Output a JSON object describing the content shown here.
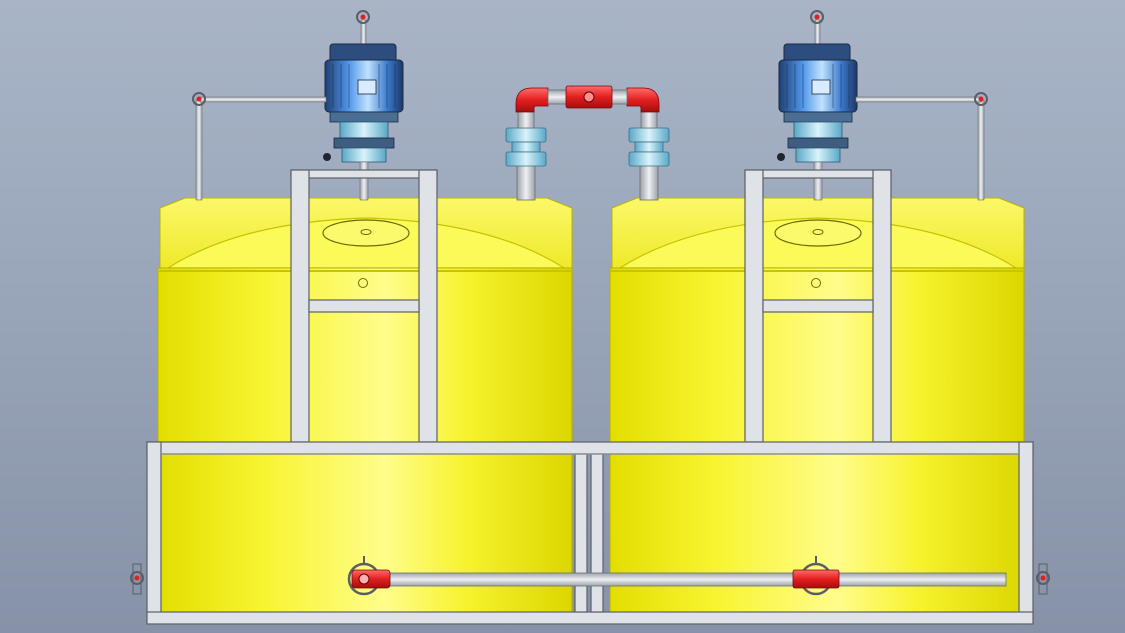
{
  "scene": {
    "subject": "dual-tank-dosing-system",
    "colors": {
      "background_top": "#a8b4c6",
      "background_bottom": "#8a96ab",
      "tank": "#f4f02a",
      "tank_shade": "#d8d200",
      "tank_highlight": "#fffd8c",
      "frame": "#d6dae0",
      "frame_stroke": "#6b6f76",
      "pipe": "#c8ccd2",
      "valve_red": "#e41f1f",
      "motor_blue": "#3b7bd6",
      "motor_dark": "#23354f",
      "fitting_cyan": "#8fd3ea"
    },
    "tanks": [
      {
        "name": "left-tank"
      },
      {
        "name": "right-tank"
      }
    ]
  }
}
